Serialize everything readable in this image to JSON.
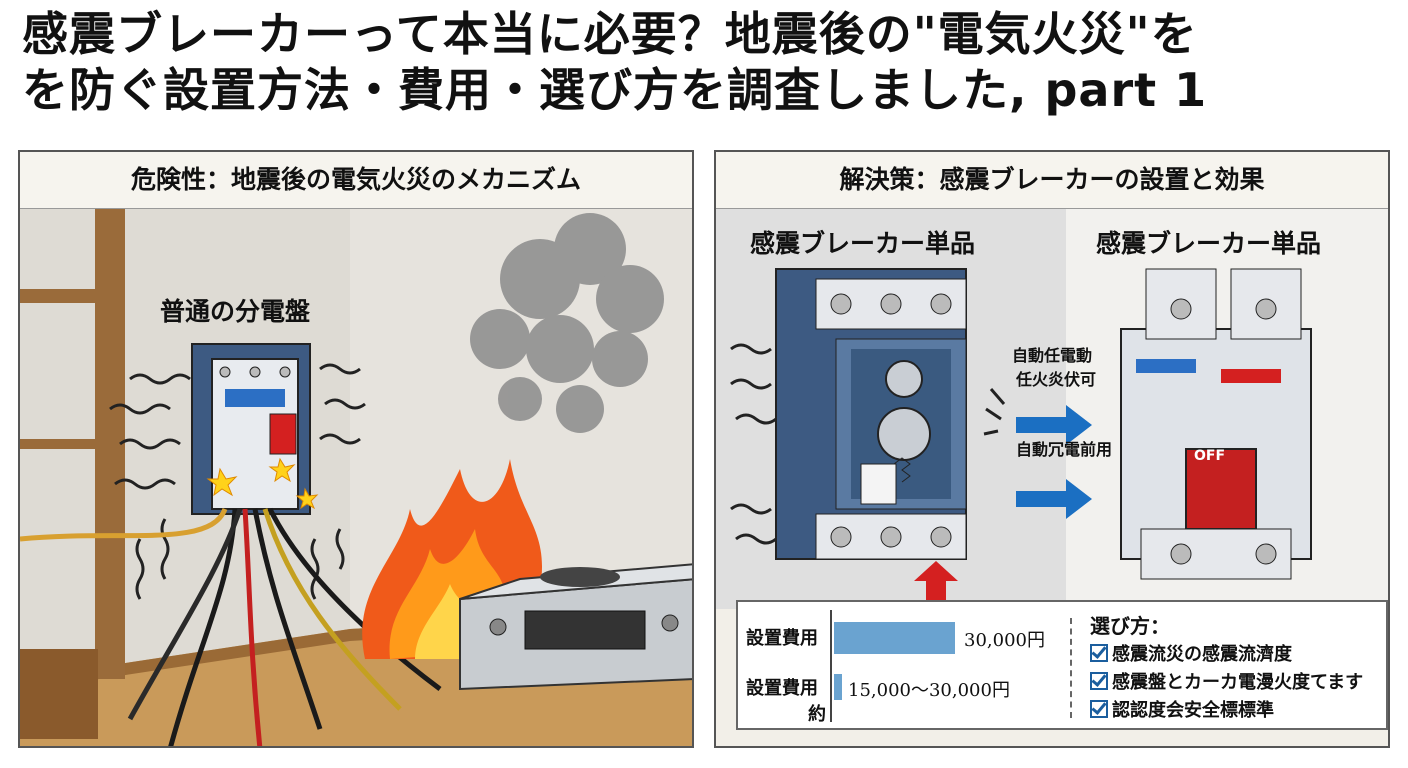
{
  "title": {
    "line1": "感震ブレーカーって本当に必要？地震後の\"電気火災\"を",
    "line2": "を防ぐ設置方法・費用・選び方を調査しました, part 1"
  },
  "left_panel": {
    "header": "危険性：地震後の電気火災のメカニズム",
    "panel_label": "普通の分電盤"
  },
  "right_panel": {
    "header": "解決策：感震ブレーカーの設置と効果",
    "left_unit_label": "感震ブレーカー単品",
    "right_unit_label": "感震ブレーカー単品",
    "annotation_1": "自動任電動",
    "annotation_2": "任火炎伏可",
    "annotation_3": "自動冗電前用",
    "switch_label": "OFF",
    "cost": {
      "row1_label": "設置費用",
      "row1_value": "30,000円",
      "row2_label": "設置費用",
      "row2_sub": "約",
      "row2_value": "15,000〜30,000円",
      "bar_fraction": 0.55
    },
    "choose": {
      "title": "選び方：",
      "items": [
        "感震流災の感震流濟度",
        "感震盤とカーカ電漫火度てます",
        "認認度会安全標標準"
      ]
    }
  },
  "colors": {
    "accent_blue": "#1b6fc2",
    "bar_blue": "#6aa3d0",
    "breaker_blue": "#3d5a82",
    "flame": "#f05a1a",
    "arrow_red": "#d42020"
  }
}
